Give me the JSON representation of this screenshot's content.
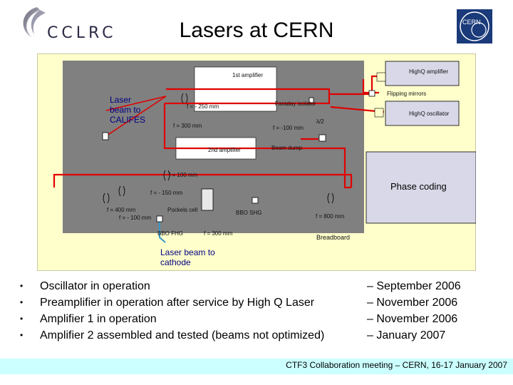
{
  "header": {
    "logo_text": "CCLRC",
    "title": "Lasers at CERN",
    "cern_logo_text": "CERN"
  },
  "diagram": {
    "labels": {
      "amp1": "1st amplifier",
      "highq_amp": "HighQ amplifier",
      "flipping_mirrors": "Flipping mirrors",
      "laser_califes": "Laser\nbeam to\nCALIFES",
      "f_minus_250": "f = - 250 mm",
      "faraday": "Faraday isolator",
      "highq_osc": "HighQ oscillator",
      "f_300_top": "f = 300 mm",
      "f_minus_100_top": "f = -100 mm",
      "lambda2": "λ/2",
      "amp2": "2nd amplifier",
      "beam_dump": "Beam dump",
      "f_100": "f = 100 mm",
      "phase_coding": "Phase coding",
      "f_minus_150": "f = - 150 mm",
      "f_400": "f = 400 mm",
      "f_minus_100_left": "f = - 100 mm",
      "pockels": "Pockels cell",
      "bbo_shg": "BBO SHG",
      "f_800": "f = 800 mm",
      "bbo_fhg": "BBO FHG",
      "f_300_bottom": "f = 300 mm",
      "breadboard": "Breadboard",
      "laser_cathode": "Laser beam to\ncathode"
    },
    "colors": {
      "breadboard": "#ffffcc",
      "table": "#808080",
      "beam": "#e00000",
      "uv_beam": "#3399cc",
      "amp_box": "#d8d8e8",
      "label_text": "#000080"
    }
  },
  "bullets": [
    {
      "text": "Oscillator in operation",
      "date": "– September 2006"
    },
    {
      "text": "Preamplifier in operation after service by High Q Laser",
      "date": "– November 2006"
    },
    {
      "text": "Amplifier 1 in operation",
      "date": "– November 2006"
    },
    {
      "text": "Amplifier 2 assembled and tested (beams not optimized)",
      "date": "– January 2007"
    }
  ],
  "footer": {
    "text": "CTF3 Collaboration meeting – CERN, 16-17 January 2007",
    "bar_color": "#ccffff"
  }
}
